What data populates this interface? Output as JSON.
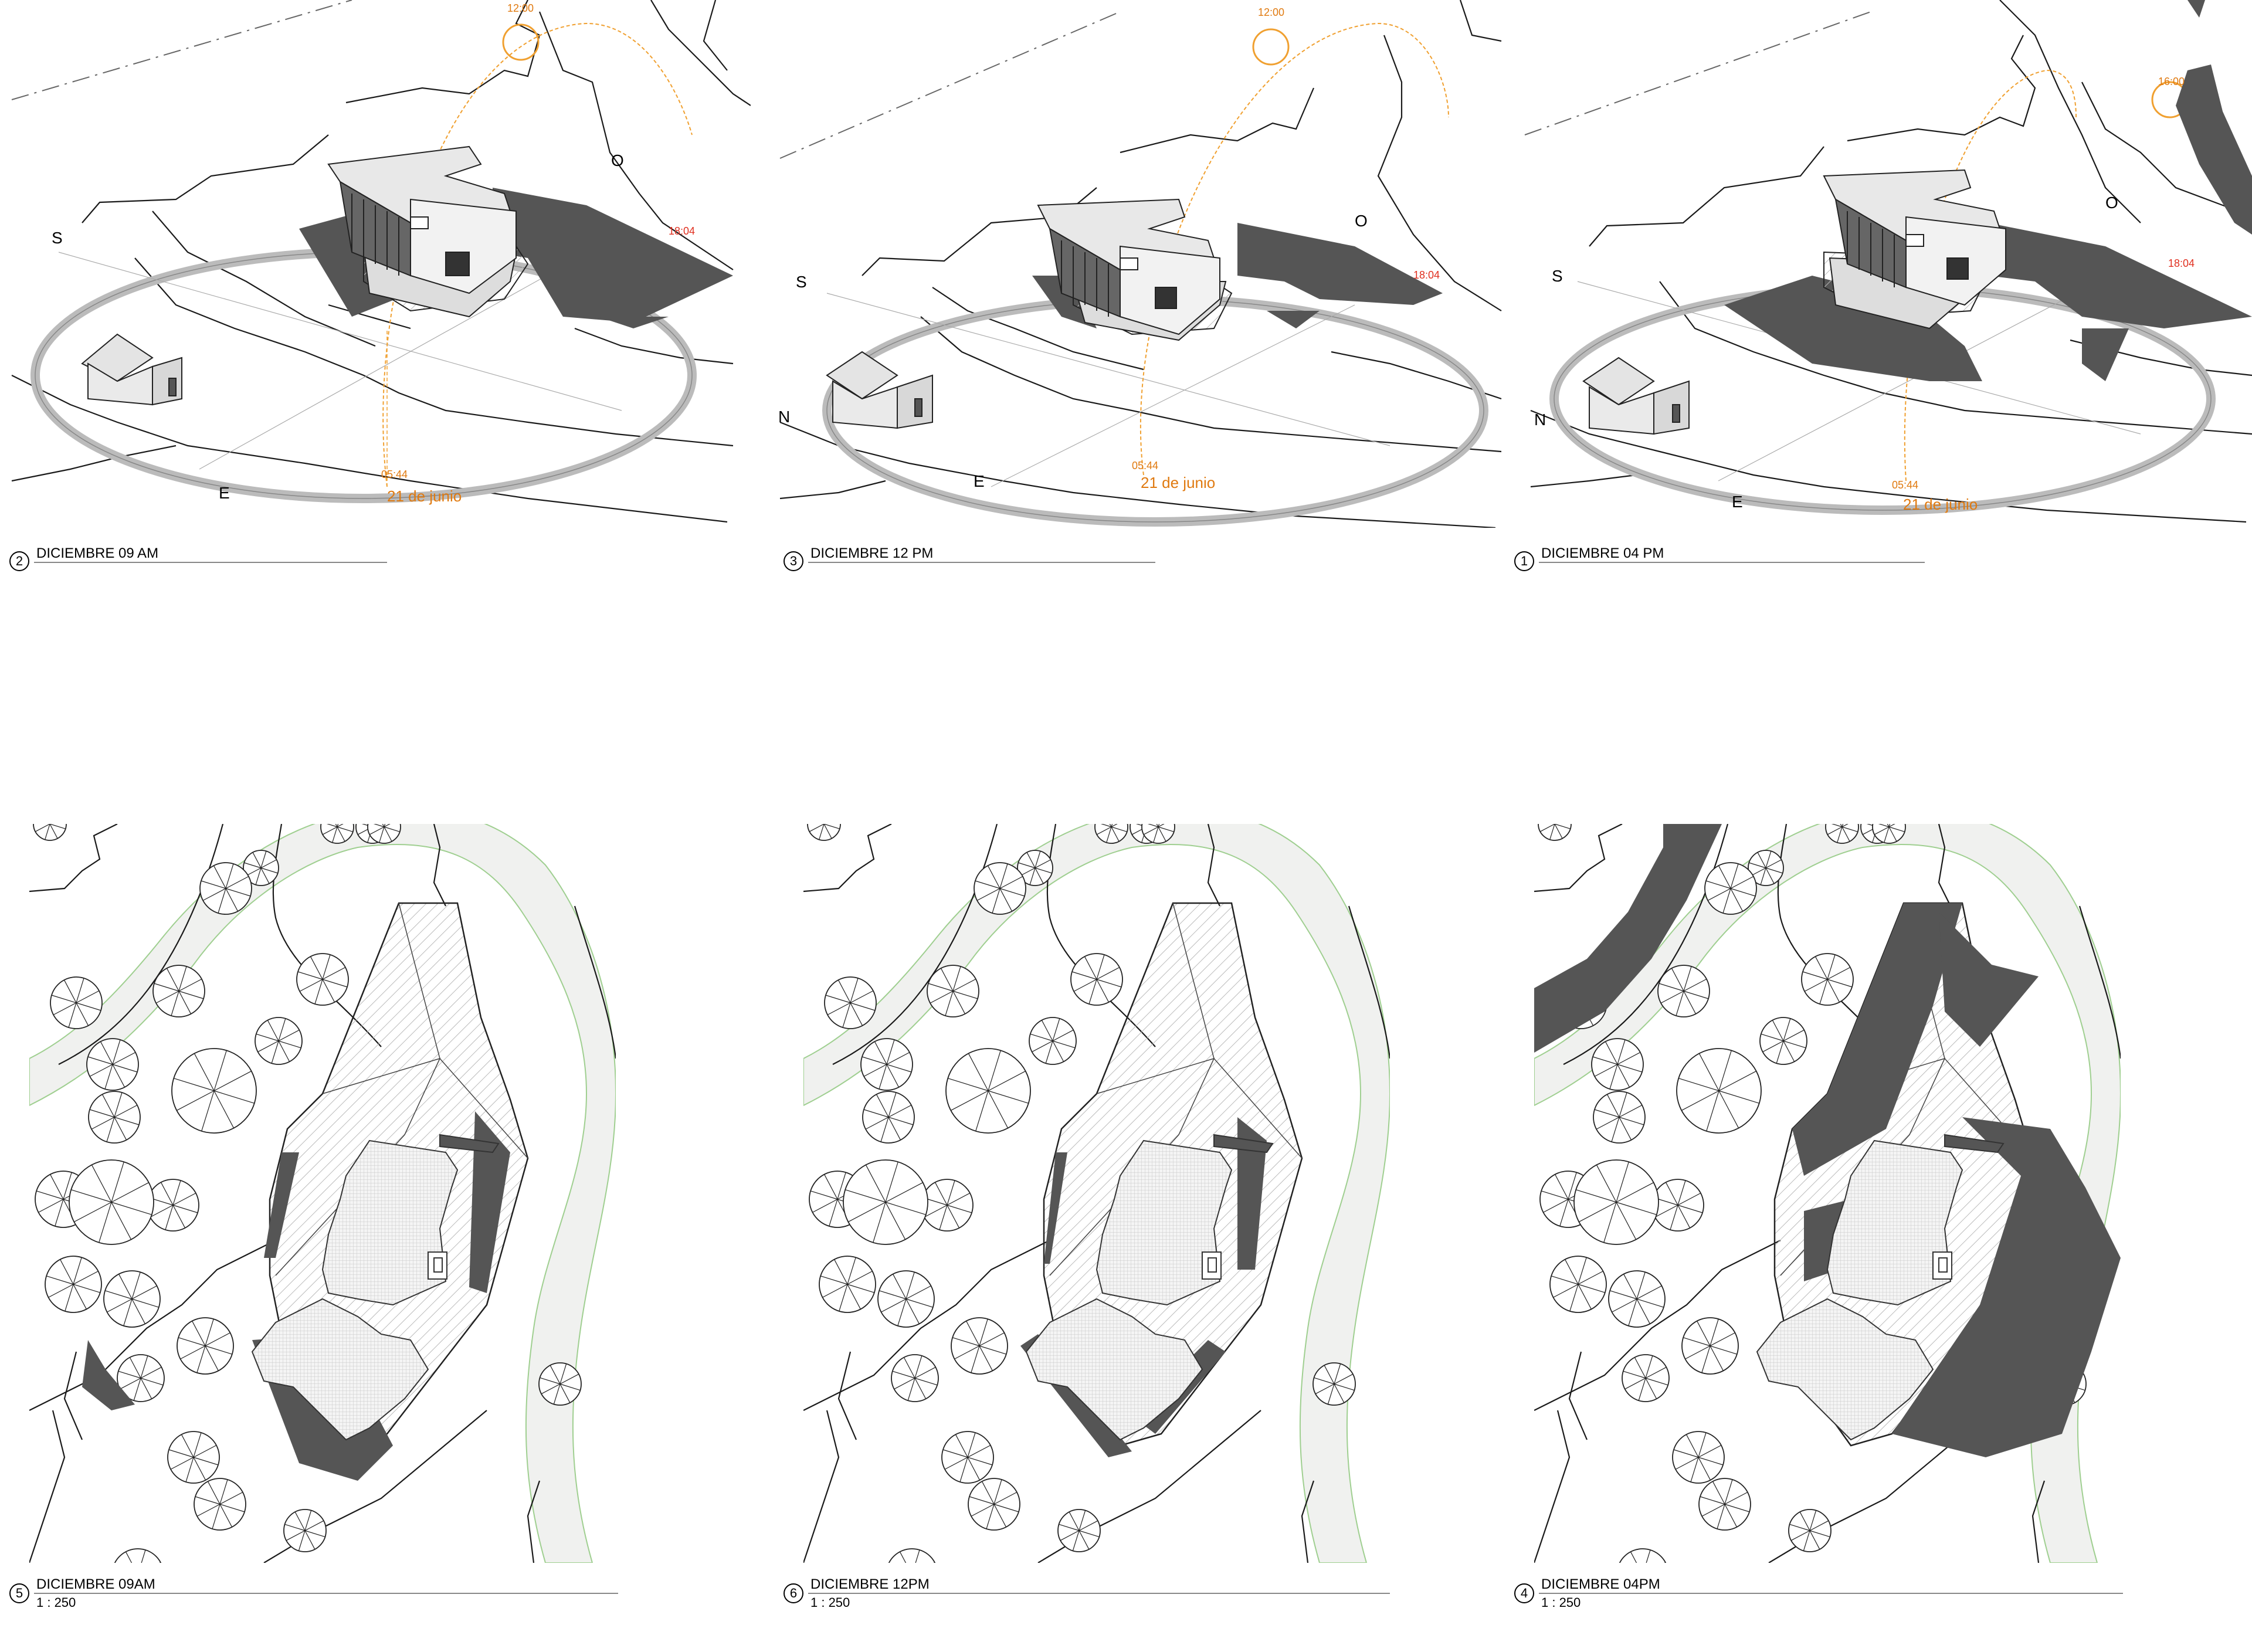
{
  "colors": {
    "sun_path": "#f0a030",
    "sun_time_label": "#e07a10",
    "sunset_time_label": "#e03020",
    "shadow": "#555555",
    "line": "#1a1a1a",
    "path_fill": "#f0f1ef",
    "path_edge": "#9fcf90"
  },
  "perspectives": [
    {
      "number": "2",
      "title": "DICIEMBRE 09 AM",
      "sun_top_time": "12:00",
      "sunrise_time": "05:44",
      "sunset_time": "18:04",
      "date_label": "21 de junio",
      "compass": {
        "south": "S",
        "east": "E",
        "west": "O"
      }
    },
    {
      "number": "3",
      "title": "DICIEMBRE 12 PM",
      "sun_top_time": "12:00",
      "sunrise_time": "05:44",
      "sunset_time": "18:04",
      "date_label": "21 de junio",
      "compass": {
        "south": "S",
        "north": "N",
        "east": "E",
        "west": "O"
      }
    },
    {
      "number": "1",
      "title": "DICIEMBRE 04 PM",
      "sun_top_time": "16:00",
      "sunrise_time": "05:44",
      "sunset_time": "18:04",
      "date_label": "21 de junio",
      "compass": {
        "south": "S",
        "north": "N",
        "east": "E",
        "west": "O"
      }
    }
  ],
  "plans": [
    {
      "number": "5",
      "title": "DICIEMBRE 09AM",
      "scale": "1 : 250",
      "shadow_time": "am"
    },
    {
      "number": "6",
      "title": "DICIEMBRE 12PM",
      "scale": "1 : 250",
      "shadow_time": "noon"
    },
    {
      "number": "4",
      "title": "DICIEMBRE 04PM",
      "scale": "1 : 250",
      "shadow_time": "pm"
    }
  ]
}
